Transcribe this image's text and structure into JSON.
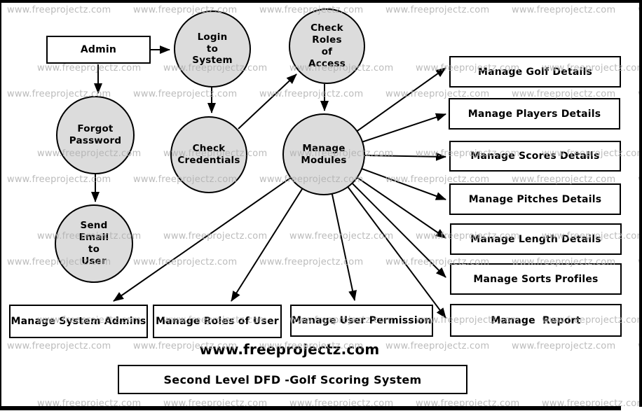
{
  "diagram": {
    "watermark_text": "www.freeprojectz.com",
    "site_text": "www.freeprojectz.com",
    "caption": "Second Level DFD -Golf Scoring System",
    "entity": {
      "label": "Admin"
    },
    "processes": {
      "login": {
        "label": "Login\nto\nSystem"
      },
      "check_roles": {
        "label": "Check\nRoles\nof\nAccess"
      },
      "forgot_password": {
        "label": "Forgot\nPassword"
      },
      "check_credentials": {
        "label": "Check\nCredentials"
      },
      "manage_modules": {
        "label": "Manage\nModules"
      },
      "send_email": {
        "label": "Send\nEmail\nto\nUser"
      }
    },
    "stores_right": [
      "Manage Golf Details",
      "Manage Players Details",
      "Manage Scores Details",
      "Manage Pitches Details",
      "Manage Length Details",
      "Manage Sorts Profiles",
      "Manage  Report"
    ],
    "stores_bottom": [
      "Manage System Admins",
      "Manage Roles of User",
      "Manage User Permission"
    ],
    "colors": {
      "process_fill": "#dcdcdc",
      "line": "#000000",
      "watermark": "#b0b0b0"
    }
  }
}
